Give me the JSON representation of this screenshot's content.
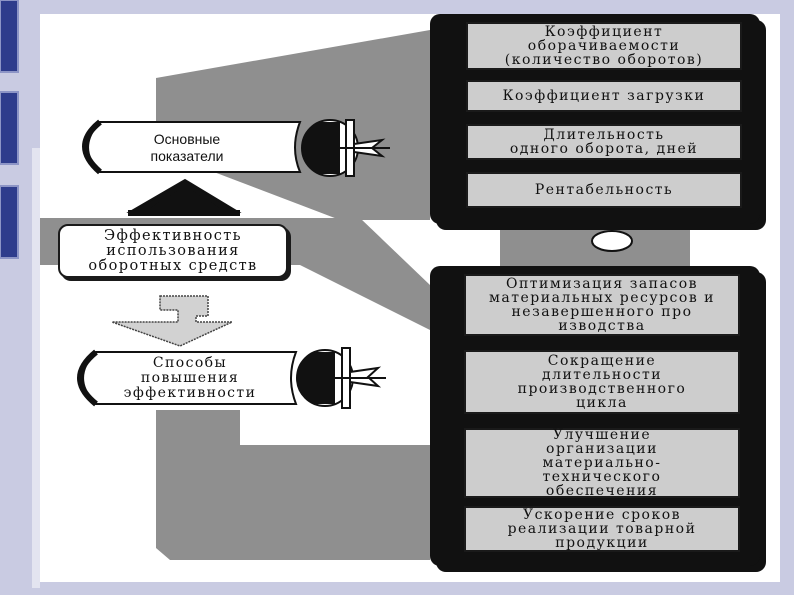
{
  "colors": {
    "slide_border": "#c9cbe2",
    "accent_bar": "#2e3c8c",
    "connector_gray": "#8f8f8f",
    "panel_dark": "#111111",
    "box_fill": "#cdcdcd"
  },
  "left_blocks": {
    "basic_indicators": "Основные\nпоказатели",
    "efficiency": "Эффективность\nиспользования\nоборотных средств",
    "ways": "Способы\nповышения\nэффективности"
  },
  "indicators": [
    "Коэффициент\nоборачиваемости\n(количество оборотов)",
    "Коэффициент загрузки",
    "Длительность\nодного оборота, дней",
    "Рентабельность"
  ],
  "methods": [
    "Оптимизация запасов\nматериальных ресурсов и\nнезавершенного про\nизводства",
    "Сокращение\nдлительности\nпроизводственного\nцикла",
    "Улучшение\nорганизации\nматериально-\nтехнического\nобеспечения",
    "Ускорение сроков\nреализации товарной\nпродукции"
  ],
  "icons": [
    "pin-icon",
    "pin-icon",
    "up-arrow-icon",
    "down-arrow-icon"
  ]
}
